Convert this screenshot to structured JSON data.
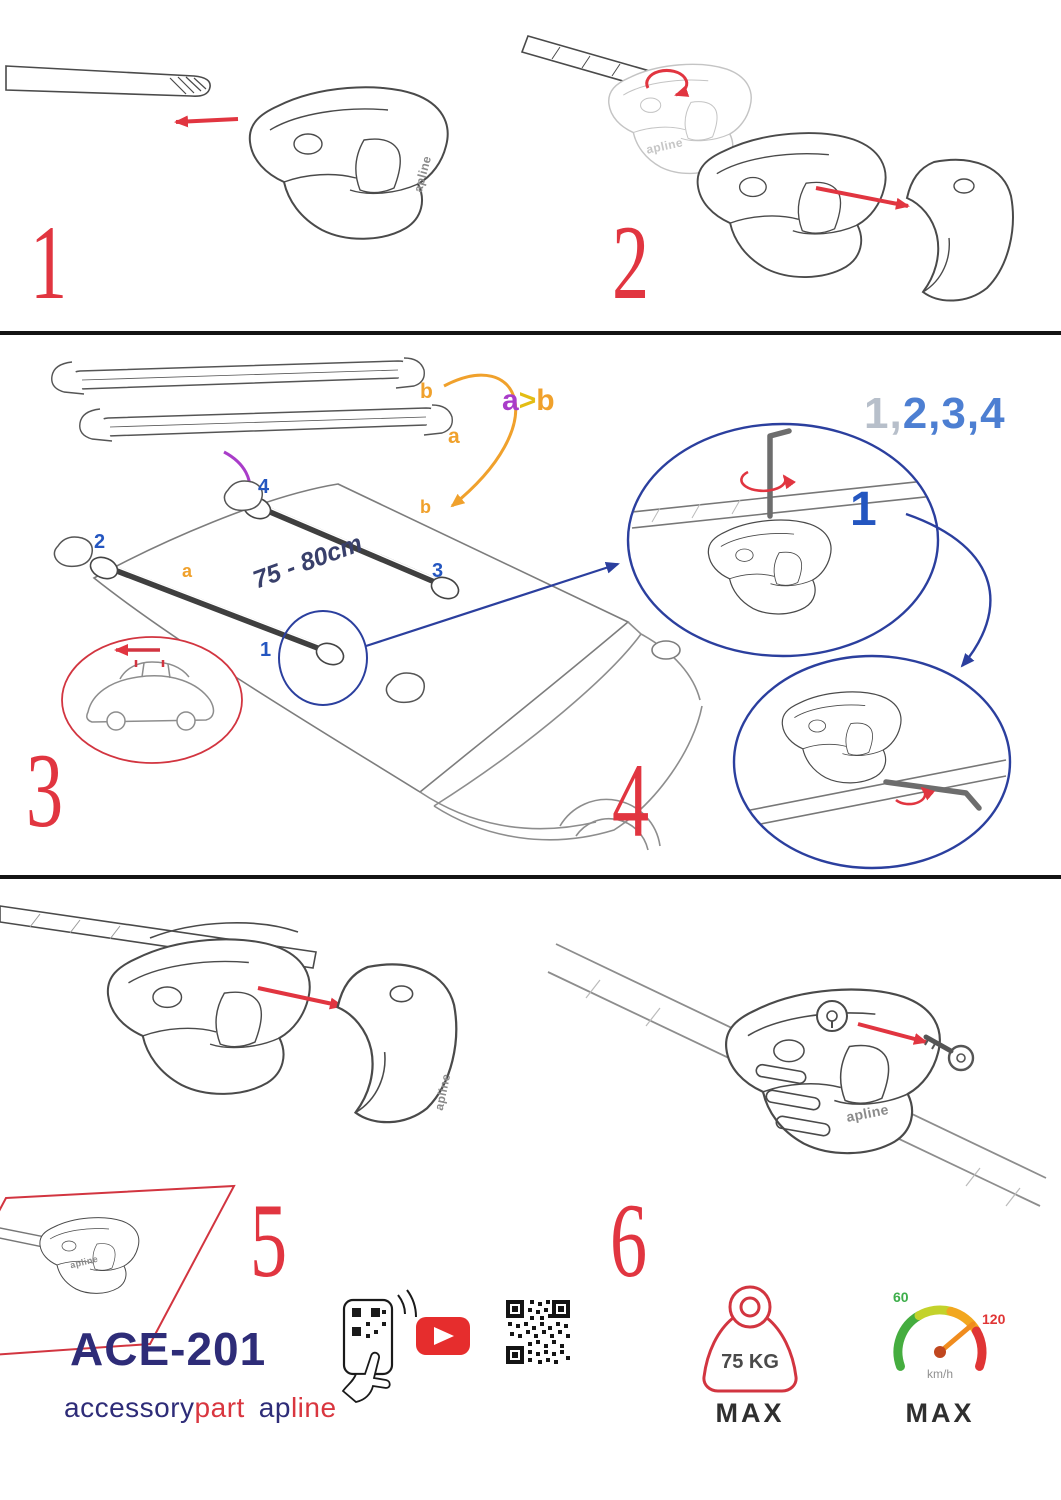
{
  "steps": {
    "s1": "1",
    "s2": "2",
    "s3": "3",
    "s4": "4",
    "s5": "5",
    "s6": "6"
  },
  "diagram": {
    "bar_label_b": "b",
    "bar_label_a": "a",
    "order_a": "a",
    "order_gt": ">",
    "order_b": "b",
    "sequence_gray": "1,",
    "sequence_blue": "2,3,4",
    "measurement": "75 - 80cm",
    "roof_pos_1": "1",
    "roof_pos_2": "2",
    "roof_pos_3": "3",
    "roof_pos_4": "4",
    "roof_a": "a",
    "roof_b": "b",
    "detail_step": "1"
  },
  "brand": {
    "logo": "apline",
    "model": "ACE-201",
    "word1_dark": "accessory",
    "word1_red": "part",
    "word2_dark": "ap",
    "word2_red": "line"
  },
  "limits": {
    "weight_value": "75 KG",
    "weight_max": "MAX",
    "speed_60": "60",
    "speed_120": "120",
    "speed_unit": "km/h",
    "speed_max": "MAX"
  },
  "colors": {
    "step_red": "#e13540",
    "position_blue": "#2456c0",
    "bar_orange": "#f0a12c",
    "arrow_purple": "#a93cc9",
    "detail_blue": "#2b3f9e",
    "navy": "#2e2c78",
    "brand_red": "#d9363f",
    "sequence_blue": "#4d7fd2",
    "sequence_gray": "#b7bfca",
    "gauge_green": "#45ad3f",
    "gauge_red": "#e03535"
  }
}
